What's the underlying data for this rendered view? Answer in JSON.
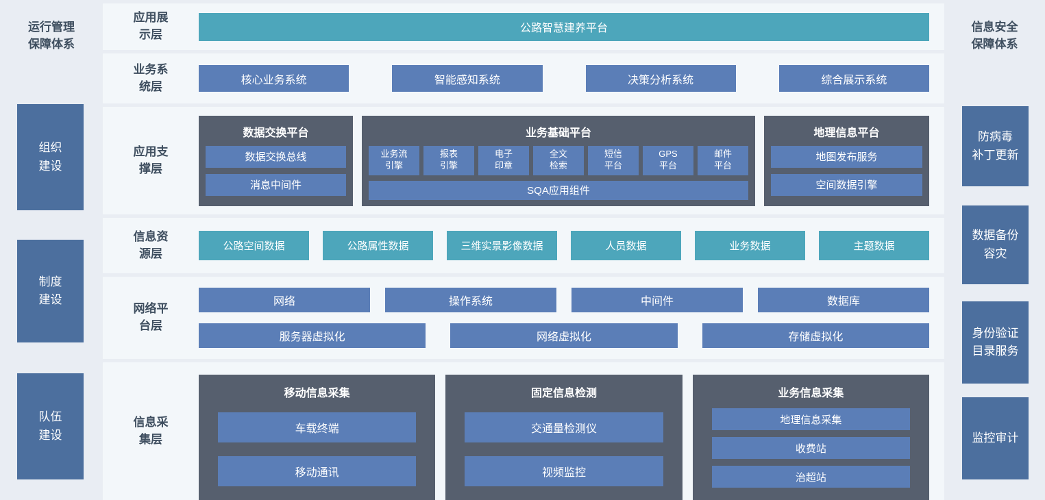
{
  "colors": {
    "page_background": "#e9edf3",
    "row_background": "#f3f7fa",
    "teal": "#4da6bb",
    "blue": "#5b7eb7",
    "slate_group": "#565f6e",
    "navy_pillar": "#4c6f9e",
    "label_text": "#3e4e5f"
  },
  "left_sidebar": {
    "title": "运行管理\n保障体系",
    "items": [
      "组织\n建设",
      "制度\n建设",
      "队伍\n建设"
    ]
  },
  "right_sidebar": {
    "title": "信息安全\n保障体系",
    "items": [
      "防病毒\n补丁更新",
      "数据备份\n容灾",
      "身份验证\n目录服务",
      "监控审计"
    ]
  },
  "layers": {
    "display": {
      "label": "应用展\n示层",
      "platform": "公路智慧建养平台"
    },
    "business": {
      "label": "业务系\n统层",
      "items": [
        "核心业务系统",
        "智能感知系统",
        "决策分析系统",
        "综合展示系统"
      ]
    },
    "support": {
      "label": "应用支\n撑层",
      "exchange": {
        "title": "数据交换平台",
        "items": [
          "数据交换总线",
          "消息中间件"
        ]
      },
      "foundation": {
        "title": "业务基础平台",
        "engines": [
          "业务流\n引擎",
          "报表\n引擎",
          "电子\n印章",
          "全文\n检索",
          "短信\n平台",
          "GPS\n平台",
          "邮件\n平台"
        ],
        "component": "SQA应用组件"
      },
      "gis": {
        "title": "地理信息平台",
        "items": [
          "地图发布服务",
          "空间数据引擎"
        ]
      }
    },
    "resource": {
      "label": "信息资\n源层",
      "items": [
        "公路空间数据",
        "公路属性数据",
        "三维实景影像数据",
        "人员数据",
        "业务数据",
        "主题数据"
      ]
    },
    "network": {
      "label": "网络平\n台层",
      "row1": [
        "网络",
        "操作系统",
        "中间件",
        "数据库"
      ],
      "row2": [
        "服务器虚拟化",
        "网络虚拟化",
        "存储虚拟化"
      ]
    },
    "collection": {
      "label": "信息采\n集层",
      "groups": [
        {
          "title": "移动信息采集",
          "items": [
            "车载终端",
            "移动通讯"
          ]
        },
        {
          "title": "固定信息检测",
          "items": [
            "交通量检测仪",
            "视频监控"
          ]
        },
        {
          "title": "业务信息采集",
          "items": [
            "地理信息采集",
            "收费站",
            "治超站"
          ]
        }
      ]
    }
  }
}
